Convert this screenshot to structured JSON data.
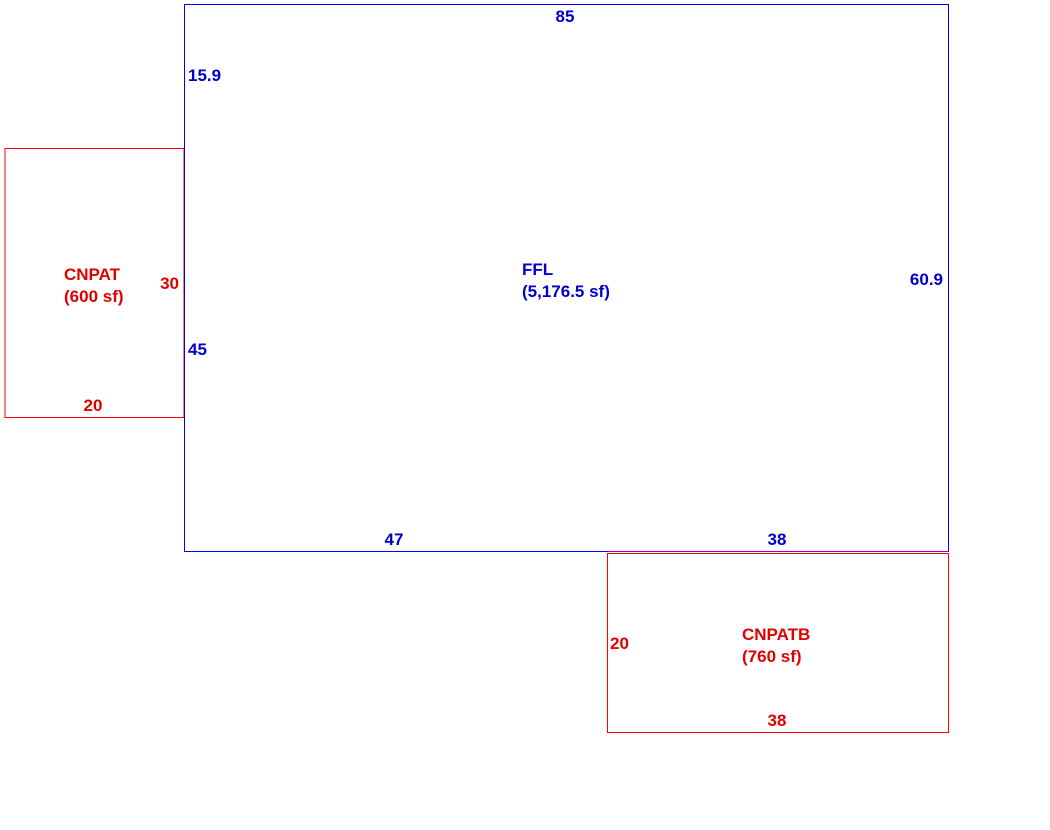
{
  "colors": {
    "main": "#0000ff",
    "main_text": "#0000cc",
    "addition": "#ff0000",
    "addition_text": "#e00000",
    "shared_edge": "#9900cc"
  },
  "ffl": {
    "name": "FFL",
    "area": "(5,176.5 sf)",
    "top": "85",
    "left_upper": "15.9",
    "left_lower": "45",
    "right": "60.9",
    "bottom_left": "47",
    "bottom_right": "38"
  },
  "cnpat": {
    "name": "CNPAT",
    "area": "(600 sf)",
    "side": "30",
    "bottom": "20"
  },
  "cnpatb": {
    "name": "CNPATB",
    "area": "(760 sf)",
    "side": "20",
    "bottom": "38"
  }
}
